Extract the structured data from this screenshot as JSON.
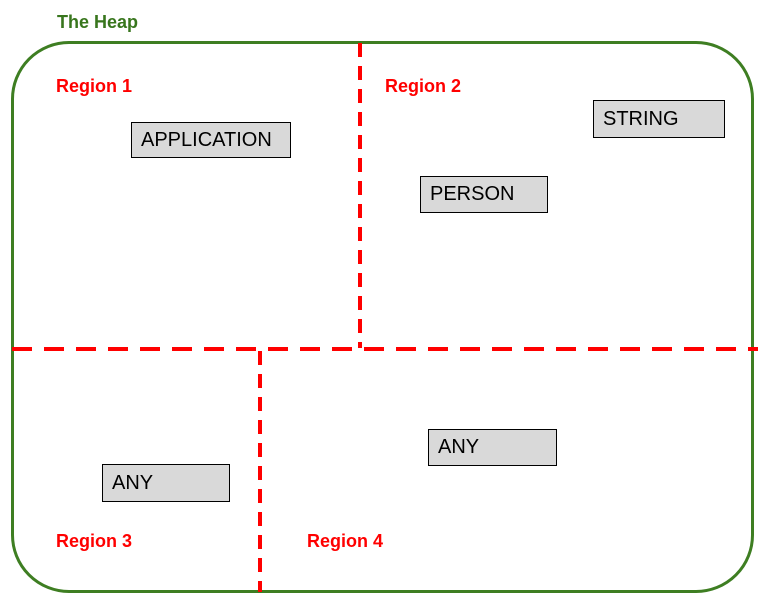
{
  "title": "The Heap",
  "regions": [
    {
      "label": "Region 1",
      "position": "top-left"
    },
    {
      "label": "Region 2",
      "position": "top-right"
    },
    {
      "label": "Region 3",
      "position": "bottom-left"
    },
    {
      "label": "Region 4",
      "position": "bottom-right"
    }
  ],
  "nodes": [
    {
      "label": "APPLICATION",
      "region": "Region 1"
    },
    {
      "label": "STRING",
      "region": "Region 2"
    },
    {
      "label": "PERSON",
      "region": "Region 2"
    },
    {
      "label": "ANY",
      "region": "Region 3"
    },
    {
      "label": "ANY",
      "region": "Region 4"
    }
  ],
  "colors": {
    "heap_border": "#3e7e22",
    "heap_title": "#38761d",
    "divider": "#ff0000",
    "region_label": "#ff0000",
    "node_fill": "#d9d9d9",
    "node_border": "#000000",
    "node_text": "#000000",
    "canvas_bg": "#ffffff"
  }
}
